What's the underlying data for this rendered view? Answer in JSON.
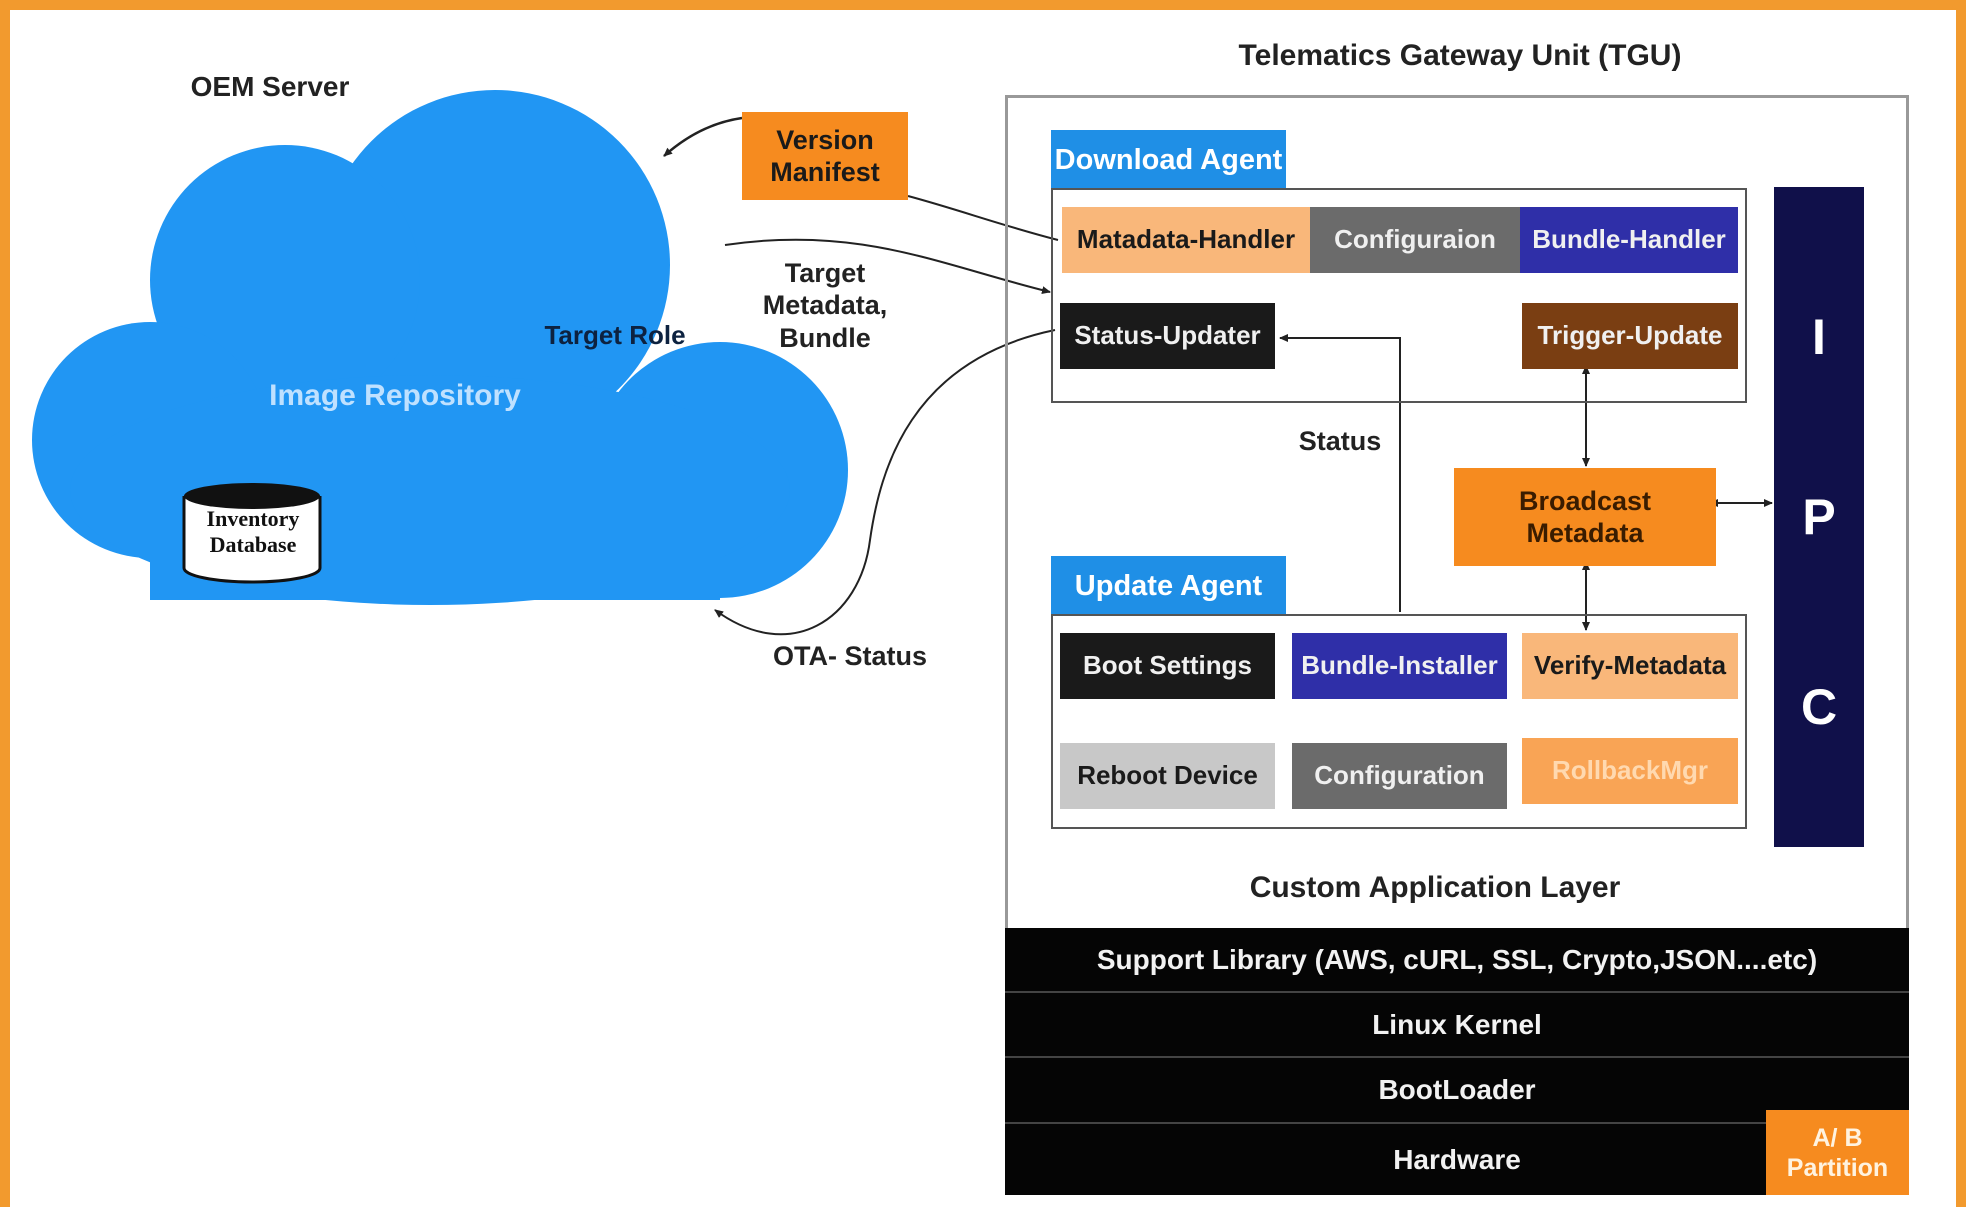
{
  "oem": {
    "server_label": "OEM Server",
    "image_repository": "Image Repository",
    "target_role": "Target Role",
    "inventory_database": "Inventory\nDatabase"
  },
  "flows": {
    "version_manifest": "Version\nManifest",
    "target_metadata_bundle": "Target\nMetadata,\nBundle",
    "ota_status": "OTA- Status",
    "status": "Status"
  },
  "tgu": {
    "title": "Telematics Gateway Unit (TGU)",
    "download_agent": {
      "header": "Download Agent",
      "metadata_handler": "Matadata-Handler",
      "configuration": "Configuraion",
      "bundle_handler": "Bundle-Handler",
      "status_updater": "Status-Updater",
      "trigger_update": "Trigger-Update"
    },
    "broadcast_metadata": "Broadcast\nMetadata",
    "ipc": [
      "I",
      "P",
      "C"
    ],
    "update_agent": {
      "header": "Update Agent",
      "boot_settings": "Boot Settings",
      "bundle_installer": "Bundle-Installer",
      "verify_metadata": "Verify-Metadata",
      "reboot_device": "Reboot Device",
      "configuration": "Configuration",
      "rollback_mgr": "RollbackMgr"
    },
    "custom_application_layer": "Custom Application Layer",
    "layers": {
      "support_library": "Support Library (AWS, cURL, SSL, Crypto,JSON....etc)",
      "linux_kernel": "Linux Kernel",
      "bootloader": "BootLoader",
      "hardware": "Hardware",
      "ab_partition": "A/ B\nPartition"
    }
  },
  "colors": {
    "frame_orange": "#f29a2e",
    "cloud_blue": "#2196f3",
    "header_blue": "#1f8fe6",
    "orange": "#f68b1f",
    "peach": "#f9b77a",
    "gray": "#6b6b6b",
    "light_gray": "#c8c8c8",
    "indigo": "#2f2fa8",
    "brown": "#7a3e12",
    "navy": "#10104a",
    "black": "#1a1a1a"
  }
}
